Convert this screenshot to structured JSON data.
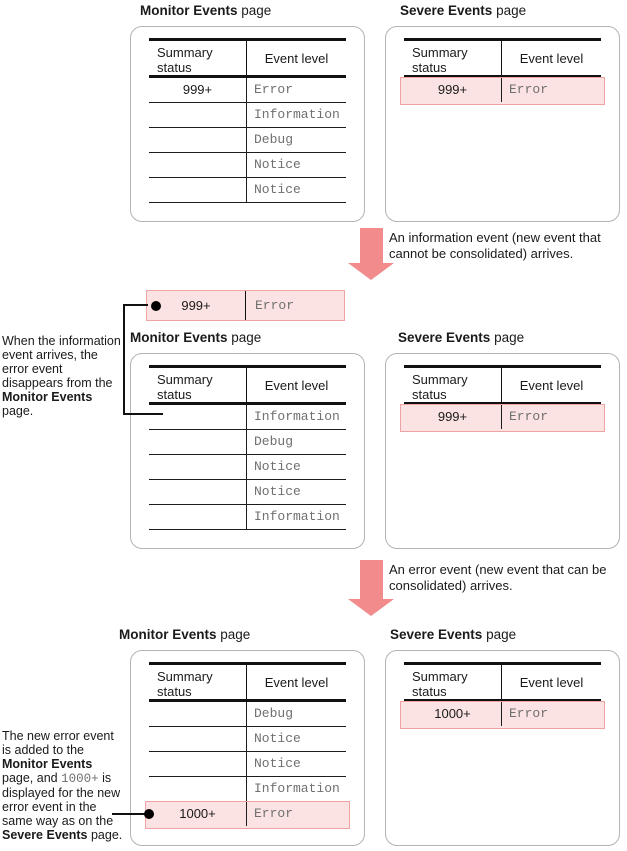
{
  "panels": [
    {
      "title_bold": "Monitor Events",
      "title_suffix": " page",
      "columns": [
        "Summary status",
        "Event level"
      ],
      "rows": [
        {
          "status": "999+",
          "level": "Error",
          "highlight": false,
          "bullet": false
        },
        {
          "status": "",
          "level": "Information",
          "highlight": false,
          "bullet": false
        },
        {
          "status": "",
          "level": "Debug",
          "highlight": false,
          "bullet": false
        },
        {
          "status": "",
          "level": "Notice",
          "highlight": false,
          "bullet": false
        },
        {
          "status": "",
          "level": "Notice",
          "highlight": false,
          "bullet": false
        }
      ]
    },
    {
      "title_bold": "Severe Events",
      "title_suffix": " page",
      "columns": [
        "Summary status",
        "Event level"
      ],
      "rows": [
        {
          "status": "999+",
          "level": "Error",
          "highlight": true,
          "bullet": false
        }
      ]
    },
    {
      "title_bold": "Monitor Events",
      "title_suffix": " page",
      "columns": [
        "Summary status",
        "Event level"
      ],
      "rows": [
        {
          "status": "",
          "level": "Information",
          "highlight": false,
          "bullet": false
        },
        {
          "status": "",
          "level": "Debug",
          "highlight": false,
          "bullet": false
        },
        {
          "status": "",
          "level": "Notice",
          "highlight": false,
          "bullet": false
        },
        {
          "status": "",
          "level": "Notice",
          "highlight": false,
          "bullet": false
        },
        {
          "status": "",
          "level": "Information",
          "highlight": false,
          "bullet": false
        }
      ]
    },
    {
      "title_bold": "Severe Events",
      "title_suffix": " page",
      "columns": [
        "Summary status",
        "Event level"
      ],
      "rows": [
        {
          "status": "999+",
          "level": "Error",
          "highlight": true,
          "bullet": false
        }
      ]
    },
    {
      "title_bold": "Monitor Events",
      "title_suffix": " page",
      "columns": [
        "Summary status",
        "Event level"
      ],
      "rows": [
        {
          "status": "",
          "level": "Debug",
          "highlight": false,
          "bullet": false
        },
        {
          "status": "",
          "level": "Notice",
          "highlight": false,
          "bullet": false
        },
        {
          "status": "",
          "level": "Notice",
          "highlight": false,
          "bullet": false
        },
        {
          "status": "",
          "level": "Information",
          "highlight": false,
          "bullet": false
        },
        {
          "status": "1000+",
          "level": "Error",
          "highlight": true,
          "bullet": true
        }
      ]
    },
    {
      "title_bold": "Severe Events",
      "title_suffix": " page",
      "columns": [
        "Summary status",
        "Event level"
      ],
      "rows": [
        {
          "status": "1000+",
          "level": "Error",
          "highlight": true,
          "bullet": false
        }
      ]
    }
  ],
  "floating_row": {
    "status": "999+",
    "level": "Error"
  },
  "arrows": [
    {
      "label": "An information event (new event that cannot be consolidated) arrives."
    },
    {
      "label": "An error event (new event that can be consolidated) arrives."
    }
  ],
  "notes": {
    "mid": [
      {
        "t": "When the information event arrives, the error event disappears from the "
      },
      {
        "t": "Monitor Events",
        "b": true
      },
      {
        "t": " page."
      }
    ],
    "bottom": [
      {
        "t": "The new error event is added to the "
      },
      {
        "t": "Monitor Events",
        "b": true
      },
      {
        "t": " page, and "
      },
      {
        "t": "1000+",
        "mono": true
      },
      {
        "t": " is displayed for the new error event in the same way as on the "
      },
      {
        "t": "Severe Events",
        "b": true
      },
      {
        "t": " page."
      }
    ]
  },
  "colors": {
    "highlight_fill": "#fce3e3",
    "highlight_border": "#efa3a3",
    "arrow": "#f28b8b",
    "mono_text": "#707070"
  }
}
